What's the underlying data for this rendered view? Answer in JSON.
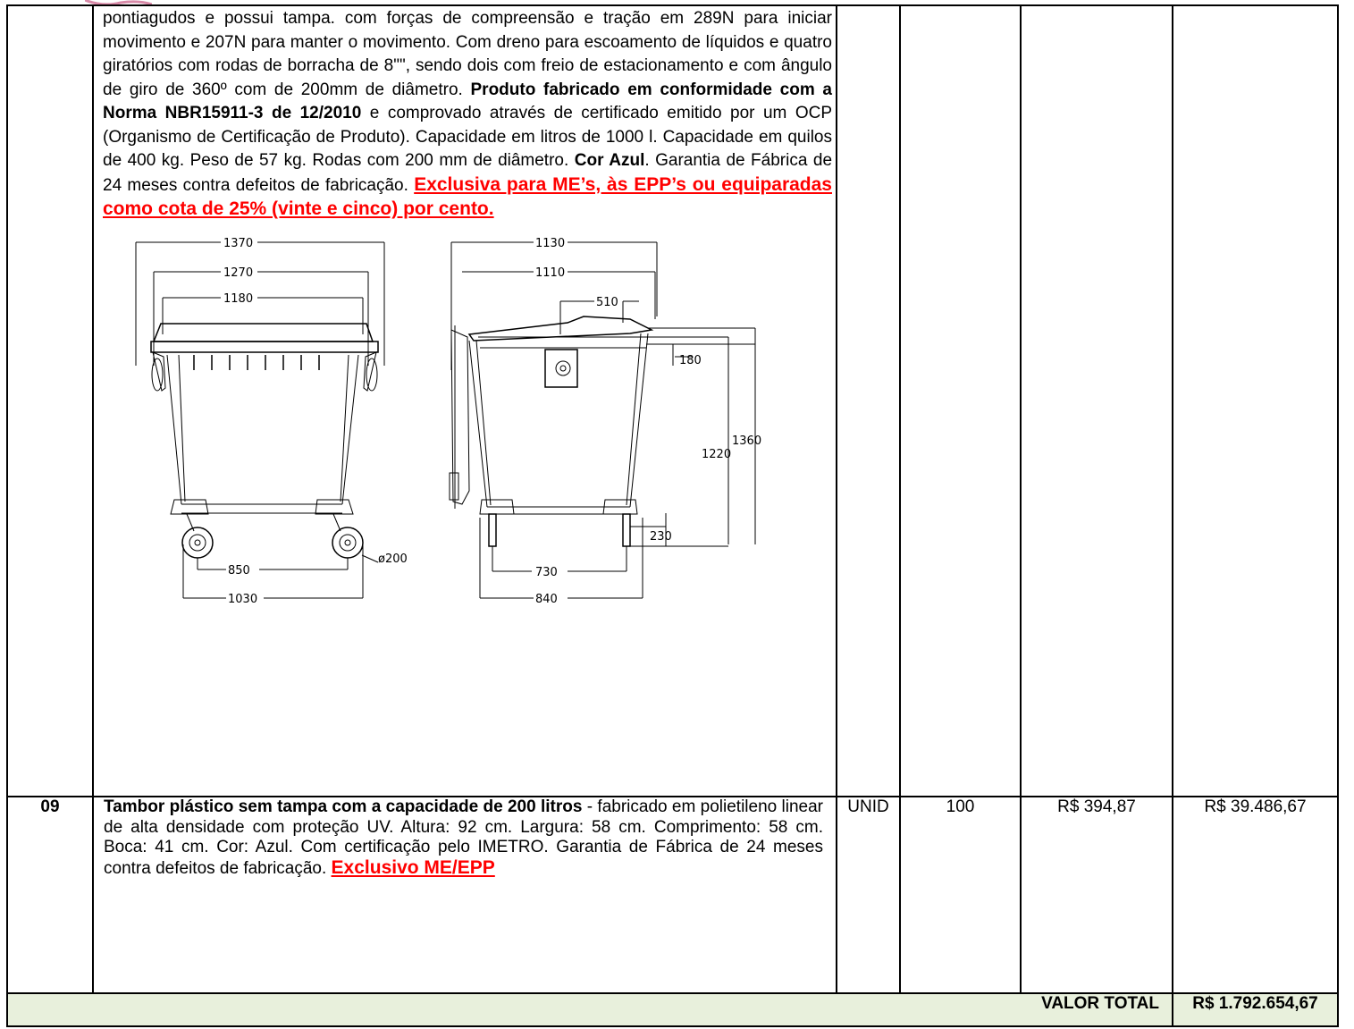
{
  "item_08_description": {
    "p1": "pontiagudos e possui tampa. com forças de compreensão e tração em 289N para iniciar movimento e 207N para manter o movimento. Com dreno para escoamento de líquidos e quatro giratórios com rodas de borracha de 8\"\", sendo dois com freio de estacionamento e com ângulo de giro de 360º com de 200mm de diâmetro. ",
    "bold1": "Produto fabricado em conformidade com a Norma NBR15911-3 de 12/2010",
    "p2": " e comprovado através de certificado emitido por um OCP (Organismo de Certificação de Produto). Capacidade em litros de 1000 l. Capacidade em quilos de 400 kg. Peso de 57 kg. Rodas com 200 mm de diâmetro. ",
    "bold2": "Cor Azul",
    "p3": ". Garantia de Fábrica de 24 meses contra defeitos de fabricação. ",
    "exclusive": "Exclusiva para ME’s, às EPP’s ou equiparadas como cota de 25% (vinte e cinco) por cento."
  },
  "drawing": {
    "front_dims": [
      "1370",
      "1270",
      "1180",
      "850",
      "1030",
      "ø200"
    ],
    "side_dims": [
      "1130",
      "1110",
      "510",
      "180",
      "1220",
      "1360",
      "230",
      "730",
      "840"
    ]
  },
  "item_09": {
    "number": "09",
    "title": "Tambor plástico sem tampa com a capacidade de 200 litros",
    "text": " - fabricado em polietileno  linear de alta densidade com proteção UV. Altura: 92 cm. Largura: 58 cm. Comprimento: 58 cm. Boca: 41 cm. Cor: Azul. Com certificação pelo IMETRO. Garantia de Fábrica de 24 meses contra defeitos de fabricação. ",
    "exclusive": "Exclusivo ME/EPP",
    "unit": "UNID",
    "quantity": "100",
    "unit_price": "R$ 394,87",
    "total_price": "R$ 39.486,67"
  },
  "totals": {
    "label": "VALOR TOTAL",
    "value": "R$ 1.792.654,67"
  },
  "colors": {
    "total_row_bg": "#e8f0dc",
    "highlight_red": "#ff0000"
  }
}
